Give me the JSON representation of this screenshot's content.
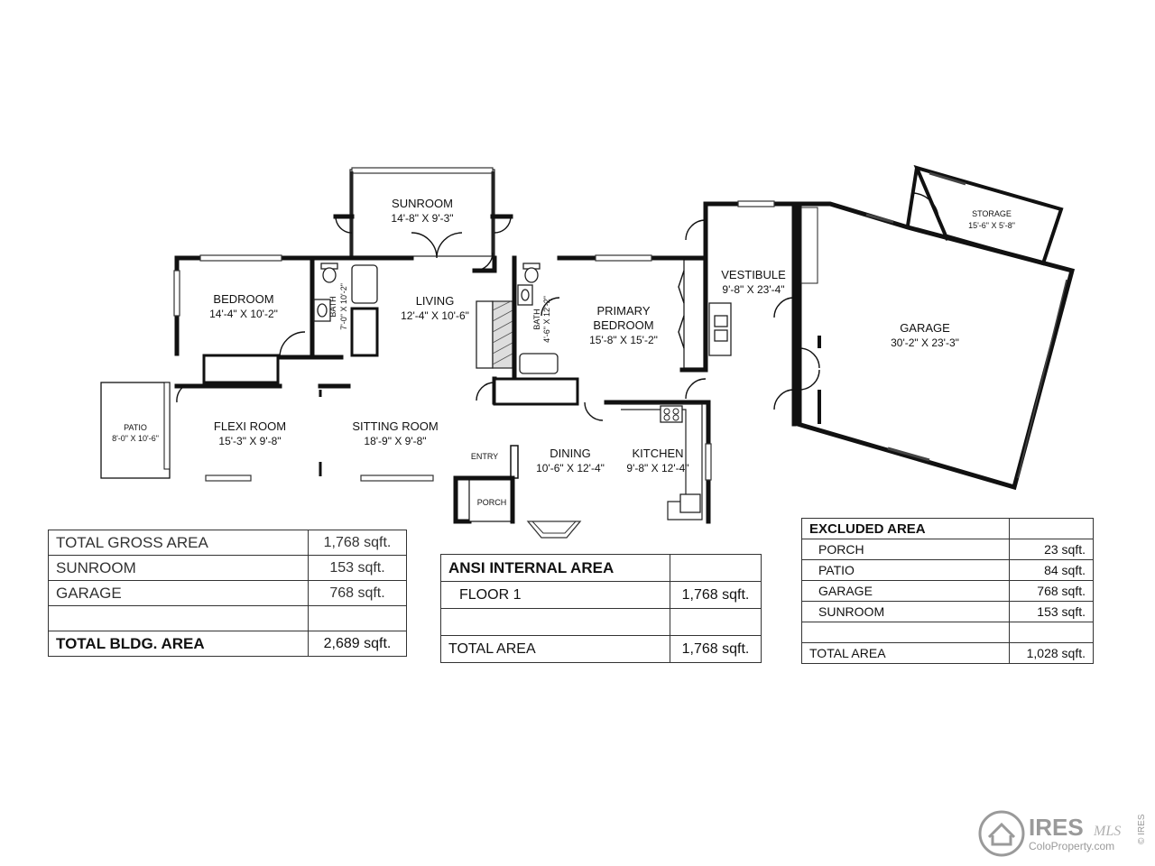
{
  "rooms": {
    "sunroom": {
      "name": "SUNROOM",
      "dims": "14'-8\" X 9'-3\""
    },
    "bedroom": {
      "name": "BEDROOM",
      "dims": "14'-4\" X 10'-2\""
    },
    "bath1": {
      "name": "BATH",
      "dims": "7'-0\" X 10'-2\""
    },
    "living": {
      "name": "LIVING",
      "dims": "12'-4\" X 10'-6\""
    },
    "bath2": {
      "name": "BATH",
      "dims": "4'-6\" X 12'-2\""
    },
    "primary": {
      "name1": "PRIMARY",
      "name2": "BEDROOM",
      "dims": "15'-8\" X 15'-2\""
    },
    "vestibule": {
      "name": "VESTIBULE",
      "dims": "9'-8\" X 23'-4\""
    },
    "storage": {
      "name": "STORAGE",
      "dims": "15'-6\" X 5'-8\""
    },
    "garage": {
      "name": "GARAGE",
      "dims": "30'-2\" X 23'-3\""
    },
    "patio": {
      "name": "PATIO",
      "dims": "8'-0\" X 10'-6\""
    },
    "flexi": {
      "name": "FLEXI ROOM",
      "dims": "15'-3\" X 9'-8\""
    },
    "sitting": {
      "name": "SITTING ROOM",
      "dims": "18'-9\" X 9'-8\""
    },
    "entry": {
      "name": "ENTRY"
    },
    "porch": {
      "name": "PORCH"
    },
    "dining": {
      "name": "DINING",
      "dims": "10'-6\" X 12'-4\""
    },
    "kitchen": {
      "name": "KITCHEN",
      "dims": "9'-8\" X 12'-4\""
    }
  },
  "gross_table": {
    "rows": [
      {
        "label": "TOTAL GROSS AREA",
        "value": "1,768 sqft."
      },
      {
        "label": "SUNROOM",
        "value": "153 sqft."
      },
      {
        "label": "GARAGE",
        "value": "768 sqft."
      },
      {
        "label": "",
        "value": ""
      }
    ],
    "total_label": "TOTAL BLDG. AREA",
    "total_value": "2,689 sqft."
  },
  "ansi_table": {
    "title": "ANSI INTERNAL AREA",
    "floor_label": "FLOOR 1",
    "floor_value": "1,768 sqft.",
    "total_label": "TOTAL AREA",
    "total_value": "1,768 sqft."
  },
  "excluded_table": {
    "title": "EXCLUDED AREA",
    "rows": [
      {
        "label": "PORCH",
        "value": "23 sqft."
      },
      {
        "label": "PATIO",
        "value": "84 sqft."
      },
      {
        "label": "GARAGE",
        "value": "768 sqft."
      },
      {
        "label": "SUNROOM",
        "value": "153 sqft."
      }
    ],
    "total_label": "TOTAL AREA",
    "total_value": "1,028 sqft."
  },
  "logo": {
    "brand": "IRES",
    "mls": "MLS",
    "site": "ColoProperty.com",
    "side_text": "© IRES"
  }
}
